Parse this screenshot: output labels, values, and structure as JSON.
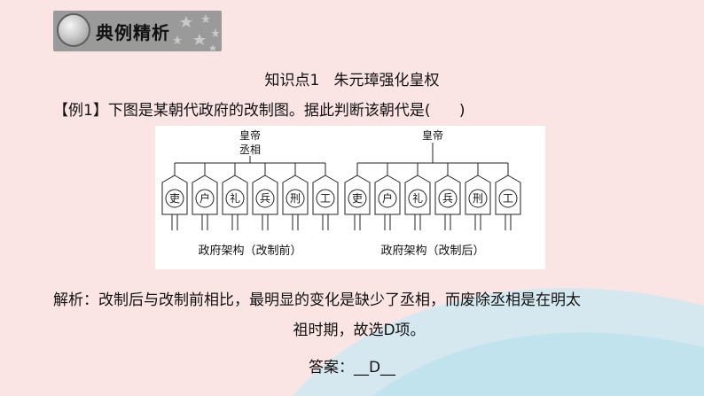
{
  "section_badge": {
    "title": "典例精析"
  },
  "heading": "知识点1   朱元璋强化皇权",
  "example": {
    "label": "【例1】",
    "question": "下图是某朝代政府的改制图。据此判断该朝代是(      )"
  },
  "diagram": {
    "before": {
      "emperor": "皇帝",
      "chancellor": "丞相",
      "ministries": [
        "吏",
        "户",
        "礼",
        "兵",
        "刑",
        "工"
      ],
      "caption": "政府架构（改制前）"
    },
    "after": {
      "emperor": "皇帝",
      "ministries": [
        "吏",
        "户",
        "礼",
        "兵",
        "刑",
        "工"
      ],
      "caption": "政府架构（改制后）"
    }
  },
  "analysis": {
    "line1": "解析：改制后与改制前相比，最明显的变化是缺少了丞相，而废除丞相是在明太",
    "line2": "祖时期，故选D项。"
  },
  "answer": {
    "label": "答案：",
    "value": "__D__"
  },
  "colors": {
    "background": "#fbe4e4",
    "badge": "#9a9a9a",
    "wave": "#c9e6ee"
  }
}
